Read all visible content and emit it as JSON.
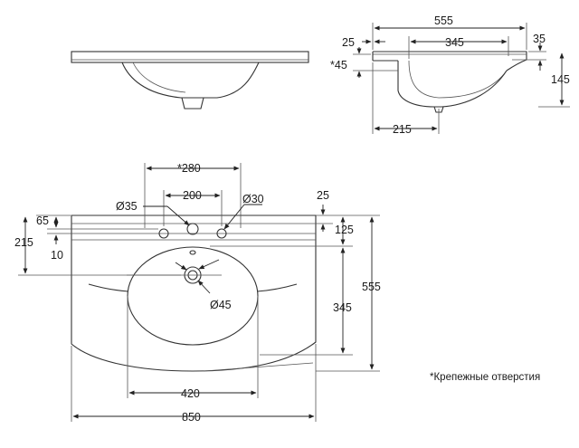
{
  "dimensions": {
    "d555_top": "555",
    "d25_top": "25",
    "d345_top": "345",
    "d35": "35",
    "d45": "*45",
    "d145": "145",
    "d215_bottom": "215",
    "d280": "*280",
    "d200": "200",
    "d25_right": "25",
    "o35": "Ø35",
    "o30": "Ø30",
    "d65": "65",
    "d215_left": "215",
    "d10": "10",
    "d125": "125",
    "d555_right": "555",
    "d345_right": "345",
    "o45": "Ø45",
    "d420": "420",
    "d850": "850"
  },
  "note": "*Крепежные отверстия",
  "colors": {
    "line": "#333333",
    "text": "#1a1a1a",
    "background": "#ffffff"
  }
}
